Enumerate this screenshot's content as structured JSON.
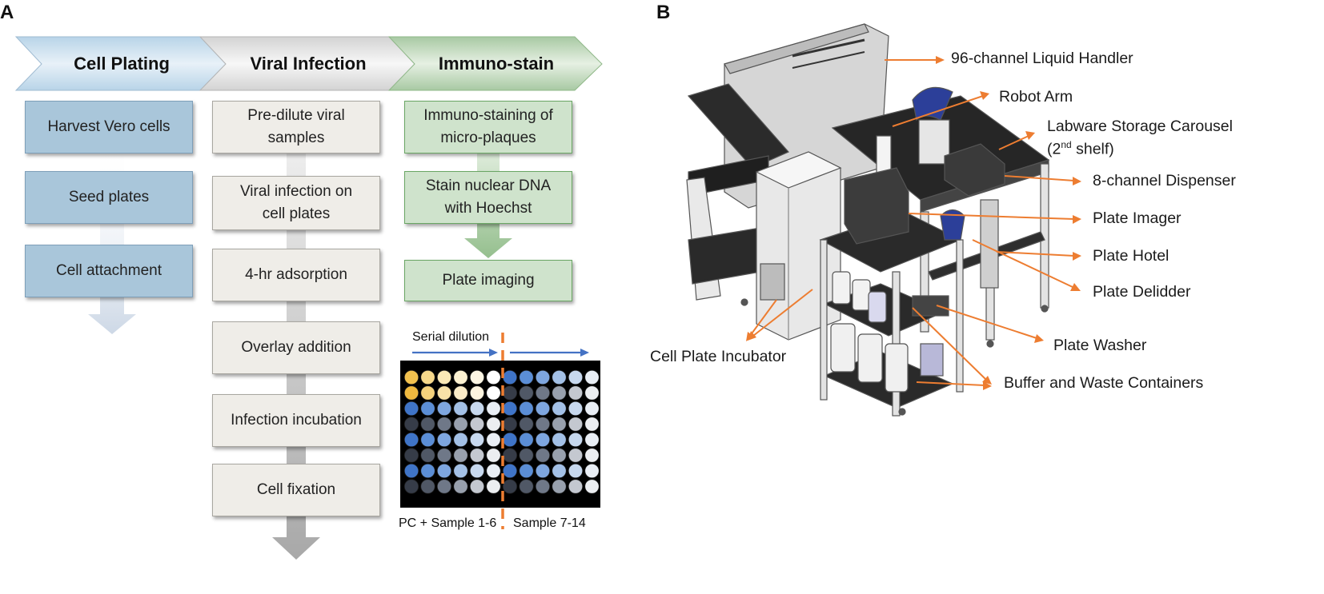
{
  "panel_a": {
    "letter": "A",
    "stages": [
      {
        "label": "Cell Plating"
      },
      {
        "label": "Viral Infection"
      },
      {
        "label": "Immuno-stain"
      }
    ],
    "cell_plating_steps": [
      "Harvest Vero cells",
      "Seed plates",
      "Cell attachment"
    ],
    "viral_infection_steps": [
      {
        "line1": "Pre-dilute viral",
        "line2": "samples"
      },
      {
        "line1": "Viral infection on",
        "line2": "cell plates"
      },
      {
        "line1": "4-hr adsorption",
        "line2": ""
      },
      {
        "line1": "Overlay addition",
        "line2": ""
      },
      {
        "line1": "Infection incubation",
        "line2": ""
      },
      {
        "line1": "Cell fixation",
        "line2": ""
      }
    ],
    "immuno_stain_steps": [
      {
        "line1": "Immuno-staining of",
        "line2": "micro-plaques"
      },
      {
        "line1": "Stain nuclear DNA",
        "line2": "with Hoechst"
      },
      {
        "line1": "Plate imaging",
        "line2": ""
      }
    ],
    "plate": {
      "serial_dilution_label": "Serial dilution",
      "left_caption": "PC + Sample 1-6",
      "right_caption": "Sample 7-14",
      "rows": 8,
      "columns": 12
    }
  },
  "panel_b": {
    "letter": "B",
    "labels": {
      "liquid_handler": "96-channel Liquid Handler",
      "robot_arm": "Robot Arm",
      "carousel_line1": "Labware Storage Carousel",
      "carousel_line2_pre": "(2",
      "carousel_sup": "nd",
      "carousel_line2_post": " shelf)",
      "dispenser": "8-channel Dispenser",
      "imager": "Plate Imager",
      "hotel": "Plate Hotel",
      "delidder": "Plate Delidder",
      "washer": "Plate Washer",
      "buffer": "Buffer and Waste Containers",
      "incubator": "Cell Plate Incubator"
    }
  },
  "colors": {
    "arrow_orange": "#ed7d31",
    "blue_box": "#a9c6da",
    "gray_box": "#efede8",
    "green_box": "#cfe3cc",
    "dilution_arrow": "#4472c4"
  }
}
